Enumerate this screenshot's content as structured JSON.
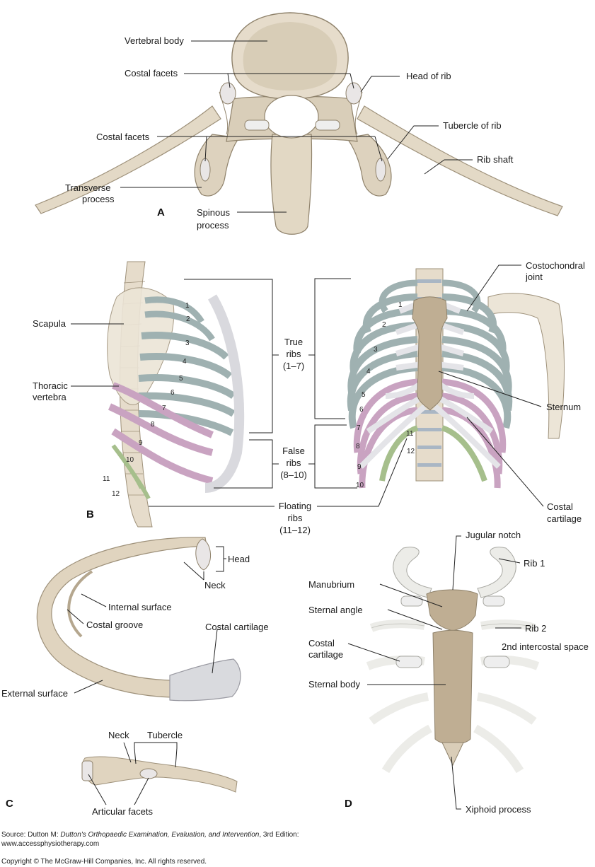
{
  "panels": [
    "A",
    "B",
    "C",
    "D"
  ],
  "panel_a": {
    "vertebral_body": "Vertebral body",
    "costal_facets_top": "Costal facets",
    "head_of_rib": "Head of rib",
    "tubercle_of_rib": "Tubercle of rib",
    "costal_facets_mid": "Costal facets",
    "rib_shaft": "Rib shaft",
    "transverse_l1": "Transverse",
    "transverse_l2": "process",
    "spinous_l1": "Spinous",
    "spinous_l2": "process"
  },
  "panel_b": {
    "scapula": "Scapula",
    "thoracic_l1": "Thoracic",
    "thoracic_l2": "vertebra",
    "true_l1": "True",
    "true_l2": "ribs",
    "true_l3": "(1–7)",
    "false_l1": "False",
    "false_l2": "ribs",
    "false_l3": "(8–10)",
    "floating_l1": "Floating",
    "floating_l2": "ribs",
    "floating_l3": "(11–12)",
    "costochondral_l1": "Costochondral",
    "costochondral_l2": "joint",
    "sternum": "Sternum",
    "costal_cart_l1": "Costal",
    "costal_cart_l2": "cartilage",
    "side_rib_numbers": [
      "1",
      "2",
      "3",
      "4",
      "5",
      "6",
      "7",
      "8",
      "9",
      "10",
      "11",
      "12"
    ],
    "front_rib_numbers": [
      "1",
      "2",
      "3",
      "4",
      "5",
      "6",
      "7",
      "8",
      "9",
      "10",
      "11",
      "12"
    ]
  },
  "panel_c": {
    "head": "Head",
    "neck": "Neck",
    "internal_surface": "Internal surface",
    "costal_groove": "Costal groove",
    "costal_cartilage": "Costal cartilage",
    "external_surface": "External surface",
    "neck2": "Neck",
    "tubercle": "Tubercle",
    "articular_facets": "Articular facets"
  },
  "panel_d": {
    "jugular_notch": "Jugular notch",
    "rib1": "Rib 1",
    "manubrium": "Manubrium",
    "sternal_angle": "Sternal angle",
    "rib2": "Rib 2",
    "intercostal": "2nd intercostal space",
    "costal_cart_l1": "Costal",
    "costal_cart_l2": "cartilage",
    "sternal_body": "Sternal body",
    "xiphoid": "Xiphoid process"
  },
  "colors": {
    "bone": "#e6dccb",
    "bone_shadow": "#b5a78f",
    "sternum": "#bfae93",
    "true_ribs": "#9fb1b1",
    "false_ribs": "#c9a3c1",
    "floating_ribs": "#a6bf8c",
    "cartilage": "#e9e9ec",
    "disc": "#a9b6c4"
  },
  "footer": {
    "source_prefix": "Source: Dutton M: ",
    "source_title": "Dutton's Orthopaedic Examination, Evaluation, and Intervention",
    "source_suffix": ", 3rd Edition:",
    "url": "www.accessphysiotherapy.com",
    "copyright": "Copyright © The McGraw-Hill Companies, Inc. All rights reserved."
  }
}
